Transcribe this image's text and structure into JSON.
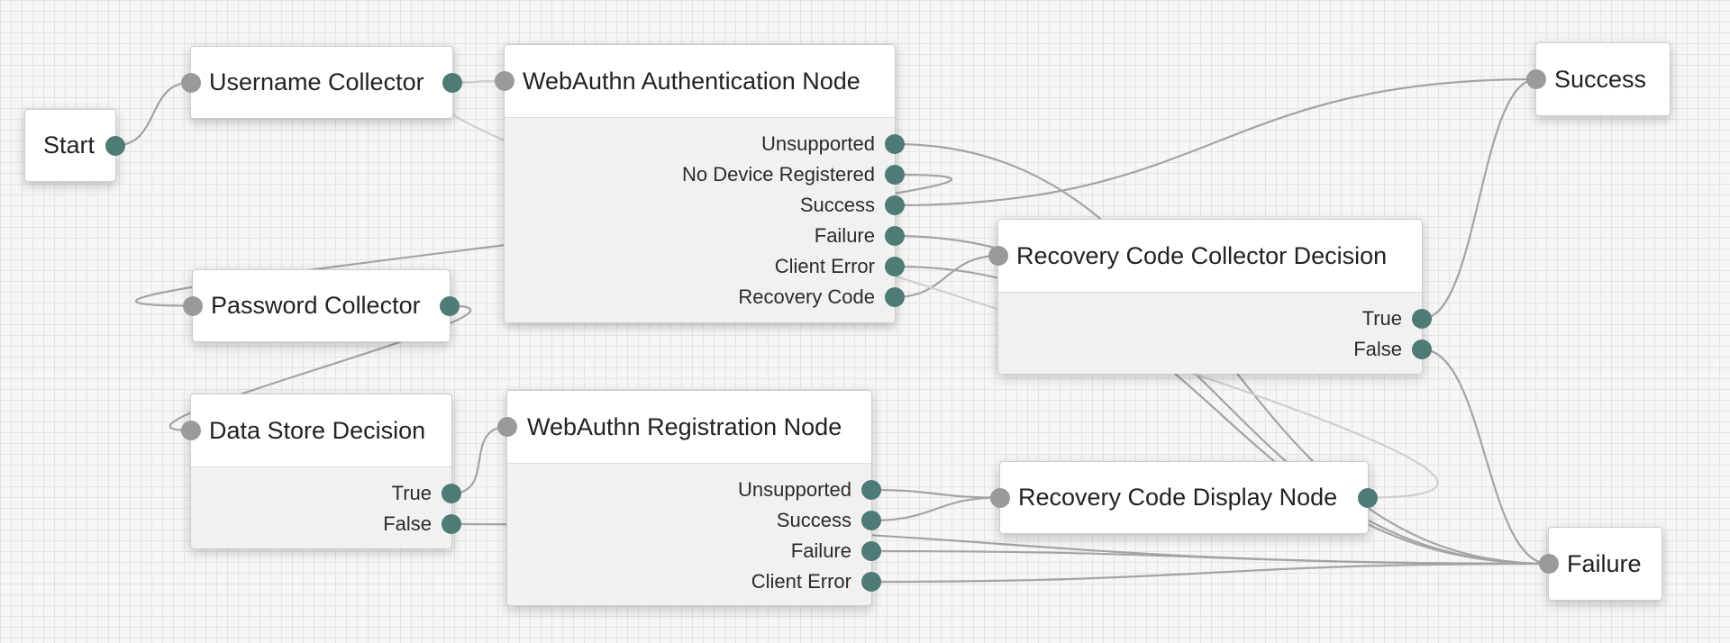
{
  "colors": {
    "canvas": "#f6f6f6",
    "grid": "#e4e4e4",
    "node_body": "#ffffff",
    "outcome_panel": "#f1f1f1",
    "input_port": "#9a9a9a",
    "output_port": "#4e7b75",
    "connection": "#a4a4a4"
  },
  "nodes": {
    "start": {
      "label": "Start"
    },
    "username_collector": {
      "label": "Username Collector"
    },
    "password_collector": {
      "label": "Password Collector"
    },
    "data_store_decision": {
      "label": "Data Store Decision",
      "outcomes": [
        "True",
        "False"
      ]
    },
    "webauthn_authentication": {
      "label": "WebAuthn Authentication Node",
      "outcomes": [
        "Unsupported",
        "No Device Registered",
        "Success",
        "Failure",
        "Client Error",
        "Recovery Code"
      ]
    },
    "webauthn_registration": {
      "label": "WebAuthn Registration Node",
      "outcomes": [
        "Unsupported",
        "Success",
        "Failure",
        "Client Error"
      ]
    },
    "recovery_code_collector": {
      "label": "Recovery Code Collector Decision",
      "outcomes": [
        "True",
        "False"
      ]
    },
    "recovery_code_display": {
      "label": "Recovery Code Display Node"
    },
    "success": {
      "label": "Success"
    },
    "failure": {
      "label": "Failure"
    }
  },
  "connections": [
    {
      "from": "start",
      "to": "username_collector"
    },
    {
      "from": "username_collector",
      "to": "webauthn_authentication"
    },
    {
      "from": "webauthn_authentication.Unsupported",
      "to": "failure"
    },
    {
      "from": "webauthn_authentication.No Device Registered",
      "to": "password_collector"
    },
    {
      "from": "webauthn_authentication.Success",
      "to": "success"
    },
    {
      "from": "webauthn_authentication.Failure",
      "to": "failure"
    },
    {
      "from": "webauthn_authentication.Client Error",
      "to": "failure"
    },
    {
      "from": "webauthn_authentication.Recovery Code",
      "to": "recovery_code_collector"
    },
    {
      "from": "password_collector",
      "to": "data_store_decision"
    },
    {
      "from": "data_store_decision.True",
      "to": "webauthn_registration"
    },
    {
      "from": "data_store_decision.False",
      "to": "failure"
    },
    {
      "from": "webauthn_registration.Unsupported",
      "to": "recovery_code_display"
    },
    {
      "from": "webauthn_registration.Success",
      "to": "recovery_code_display"
    },
    {
      "from": "webauthn_registration.Failure",
      "to": "failure"
    },
    {
      "from": "webauthn_registration.Client Error",
      "to": "failure"
    },
    {
      "from": "recovery_code_collector.True",
      "to": "success"
    },
    {
      "from": "recovery_code_collector.False",
      "to": "failure"
    },
    {
      "from": "recovery_code_display",
      "to": "webauthn_authentication"
    }
  ]
}
